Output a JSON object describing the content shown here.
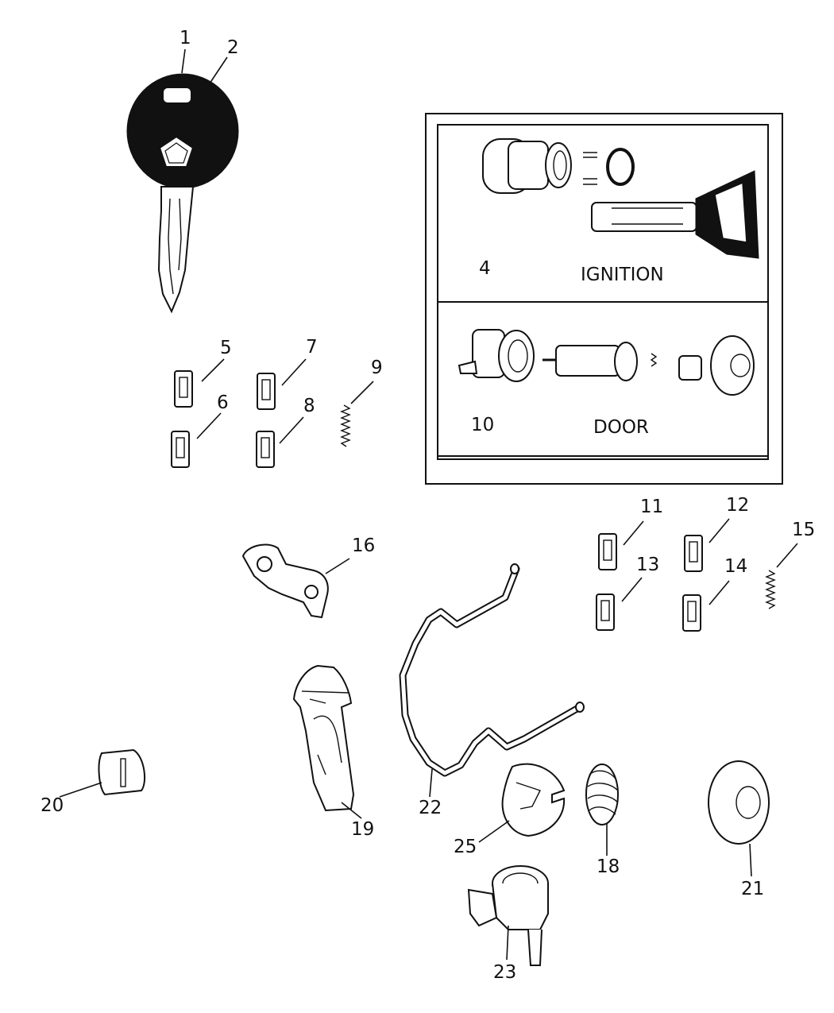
{
  "callouts": {
    "c1": "1",
    "c2": "2",
    "c4": "4",
    "c5": "5",
    "c6": "6",
    "c7": "7",
    "c8": "8",
    "c9": "9",
    "c10": "10",
    "c11": "11",
    "c12": "12",
    "c13": "13",
    "c14": "14",
    "c15": "15",
    "c16": "16",
    "c18": "18",
    "c19": "19",
    "c20": "20",
    "c21": "21",
    "c22": "22",
    "c23": "23",
    "c25": "25"
  },
  "box_labels": {
    "ignition": "IGNITION",
    "door": "DOOR"
  }
}
